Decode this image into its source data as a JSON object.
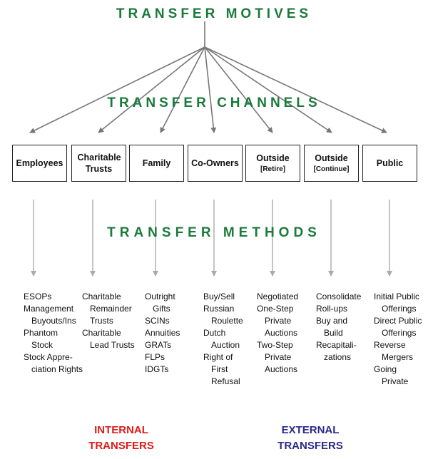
{
  "headings": {
    "motives": "TRANSFER MOTIVES",
    "channels": "TRANSFER CHANNELS",
    "methods": "TRANSFER METHODS"
  },
  "channels": [
    {
      "name": "Employees",
      "sub": ""
    },
    {
      "name": "Charitable Trusts",
      "sub": ""
    },
    {
      "name": "Family",
      "sub": ""
    },
    {
      "name": "Co-Owners",
      "sub": ""
    },
    {
      "name": "Outside",
      "sub": "[Retire]"
    },
    {
      "name": "Outside",
      "sub": "[Continue]"
    },
    {
      "name": "Public",
      "sub": ""
    }
  ],
  "methods": [
    [
      "ESOPs",
      "Management",
      ">Buyouts/Ins",
      "Phantom",
      ">Stock",
      "Stock Appre-",
      ">ciation Rights"
    ],
    [
      "Charitable",
      ">Remainder",
      ">Trusts",
      "Charitable",
      ">Lead Trusts"
    ],
    [
      "Outright",
      ">Gifts",
      "SCINs",
      "Annuities",
      "GRATs",
      "FLPs",
      "IDGTs"
    ],
    [
      "Buy/Sell",
      "Russian",
      ">Roulette",
      "Dutch",
      ">Auction",
      "Right of",
      ">First",
      ">Refusal"
    ],
    [
      "Negotiated",
      "One-Step",
      ">Private",
      ">Auctions",
      "Two-Step",
      ">Private",
      ">Auctions"
    ],
    [
      "Consolidate",
      "Roll-ups",
      "Buy and",
      ">Build",
      "Recapitali-",
      ">zations"
    ],
    [
      "Initial Public",
      ">Offerings",
      "Direct Public",
      ">Offerings",
      "Reverse",
      ">Mergers",
      "Going",
      ">Private"
    ]
  ],
  "footer": {
    "internal": [
      "INTERNAL",
      "TRANSFERS"
    ],
    "external": [
      "EXTERNAL",
      "TRANSFERS"
    ]
  },
  "colors": {
    "heading": "#1a7a3a",
    "internal": "#e01a1a",
    "external": "#2a2a8a",
    "arrow_dark": "#777777",
    "arrow_light": "#aaaaaa"
  }
}
